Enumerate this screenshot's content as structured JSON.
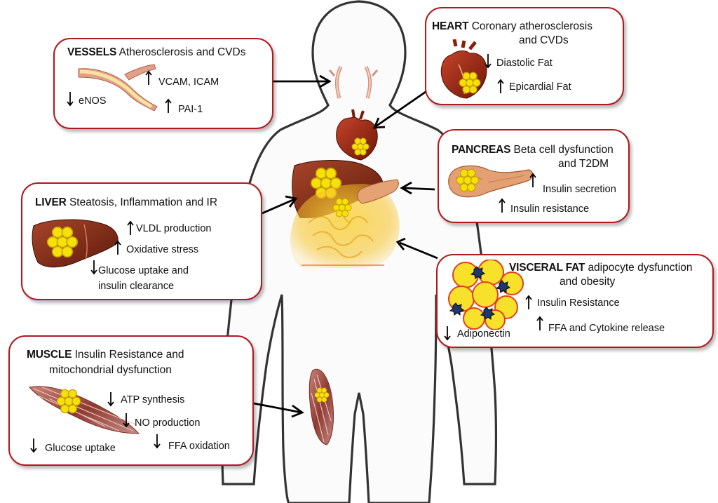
{
  "colors": {
    "frame": "#b0181e",
    "fat": "#f5e10a",
    "organ": "#8e2412",
    "arrow": "#000000"
  },
  "icons": [
    "body-silhouette",
    "heart-icon",
    "liver-icon",
    "pancreas-icon",
    "intestine-icon",
    "artery-icon",
    "muscle-icon",
    "adipocyte-icon"
  ],
  "vessels": {
    "title": "VESSELS",
    "desc": "Atherosclerosis and CVDs",
    "effects": [
      {
        "dir": "up",
        "text": "VCAM, ICAM"
      },
      {
        "dir": "down",
        "text": "eNOS"
      },
      {
        "dir": "up",
        "text": "PAI-1"
      }
    ]
  },
  "heart": {
    "title": "HEART",
    "desc_line1": "Coronary atherosclerosis",
    "desc_line2": "and CVDs",
    "effects": [
      {
        "dir": "down",
        "text": "Diastolic Fat"
      },
      {
        "dir": "up",
        "text": "Epicardial Fat"
      }
    ]
  },
  "pancreas": {
    "title": "PANCREAS",
    "desc_line1": "Beta cell dysfunction",
    "desc_line2": "and T2DM",
    "effects": [
      {
        "dir": "up",
        "text": "Insulin secretion"
      },
      {
        "dir": "up",
        "text": "Insulin resistance"
      }
    ]
  },
  "liver": {
    "title": "LIVER",
    "desc": "Steatosis, Inflammation and IR",
    "effects": [
      {
        "dir": "up",
        "text": "VLDL production"
      },
      {
        "dir": "up",
        "text": "Oxidative stress"
      },
      {
        "dir": "down",
        "text_line1": "Glucose uptake and",
        "text_line2": "insulin clearance"
      }
    ]
  },
  "visceral": {
    "title": "VISCERAL FAT",
    "desc_line1": "adipocyte dysfunction",
    "desc_line2": "and obesity",
    "effects": [
      {
        "dir": "up",
        "text": "Insulin Resistance"
      },
      {
        "dir": "up",
        "text": "FFA and Cytokine release"
      },
      {
        "dir": "down",
        "text": "Adiponectin"
      }
    ]
  },
  "muscle": {
    "title": "MUSCLE",
    "desc_line1": "Insulin Resistance and",
    "desc_line2": "mitochondrial dysfunction",
    "effects": [
      {
        "dir": "down",
        "text": "ATP synthesis"
      },
      {
        "dir": "down",
        "text": "NO production"
      },
      {
        "dir": "down",
        "text": "FFA oxidation"
      },
      {
        "dir": "down",
        "text": "Glucose uptake"
      }
    ]
  }
}
